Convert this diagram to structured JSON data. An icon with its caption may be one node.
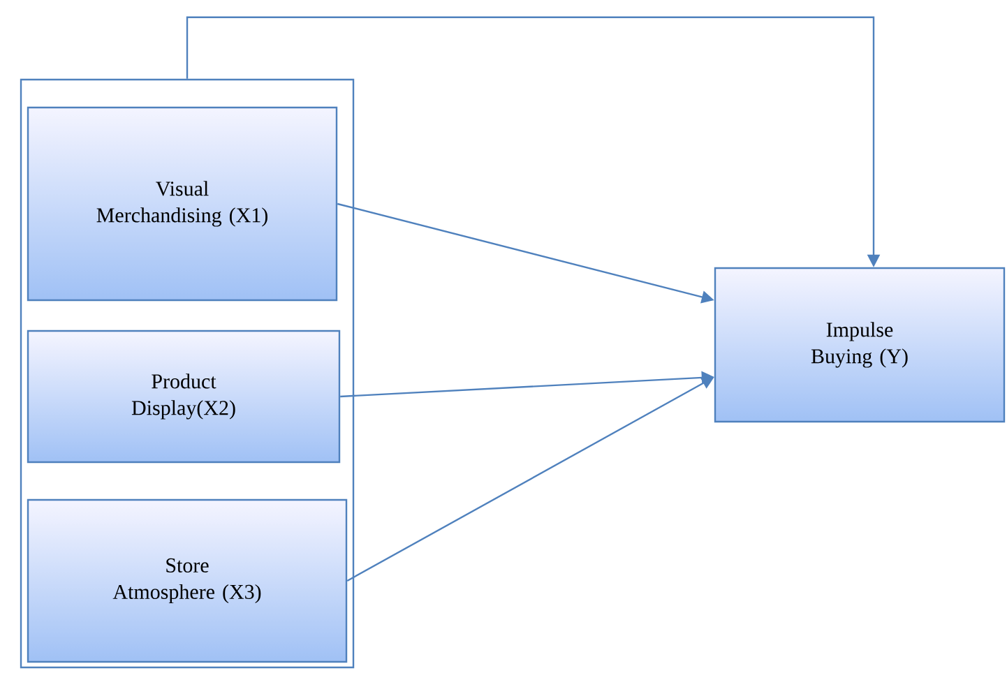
{
  "diagram": {
    "nodes": [
      {
        "text": [],
        "shape": "box"
      },
      {
        "text": [
          "Visual Merchandising (X1)"
        ],
        "in": 0
      },
      {
        "text": [
          "Product Display(X2)"
        ],
        "in": 0
      },
      {
        "text": [
          "Store Atmosphere (X3)"
        ],
        "in": 0
      },
      {
        "text": [
          "Impulse Buying (Y)"
        ]
      }
    ],
    "edges": [
      {
        "from": 0,
        "to": 4,
        "arrow": "to"
      },
      {
        "from": 1,
        "to": 4,
        "arrow": "to"
      },
      {
        "from": 2,
        "to": 4,
        "arrow": "to"
      },
      {
        "from": 3,
        "to": 4,
        "arrow": "to"
      }
    ]
  }
}
